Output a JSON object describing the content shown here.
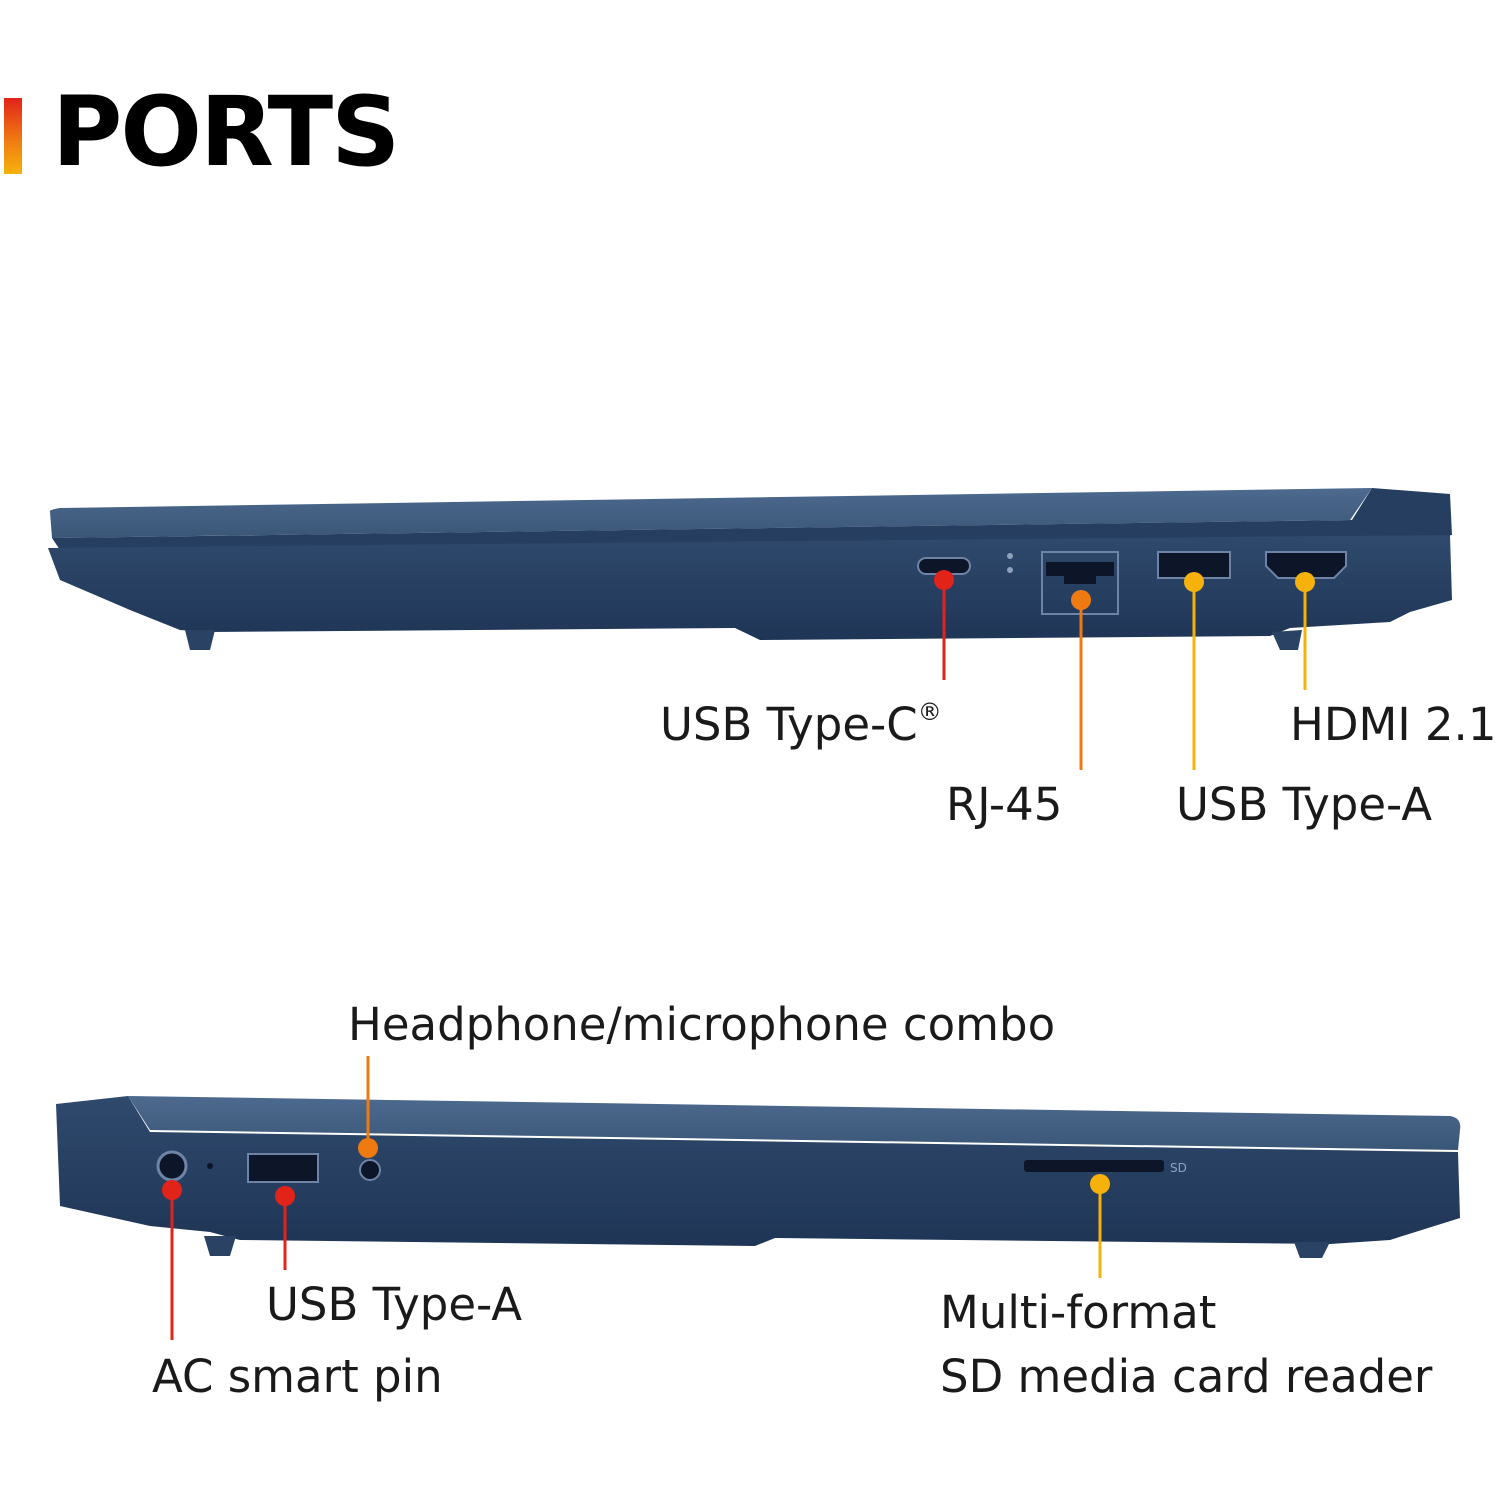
{
  "title": "PORTS",
  "colors": {
    "accent_red": "#e2231a",
    "accent_orange": "#f07a12",
    "accent_yellow": "#f6b20a",
    "chassis": "#2c4465",
    "chassis_dark": "#1e3353"
  },
  "top_view": {
    "ports": [
      {
        "label": "USB Type-C",
        "mark": "®",
        "color": "red"
      },
      {
        "label": "RJ-45",
        "color": "orange"
      },
      {
        "label": "USB Type-A",
        "color": "yellow"
      },
      {
        "label": "HDMI 2.1",
        "color": "yellow"
      }
    ]
  },
  "bottom_view": {
    "ports": [
      {
        "label": "AC smart pin",
        "color": "red"
      },
      {
        "label": "USB Type-A",
        "color": "red"
      },
      {
        "label": "Headphone/microphone combo",
        "color": "orange"
      },
      {
        "label_line1": "Multi-format",
        "label_line2": "SD media card reader",
        "color": "yellow"
      }
    ],
    "sd_mark": "SD"
  }
}
